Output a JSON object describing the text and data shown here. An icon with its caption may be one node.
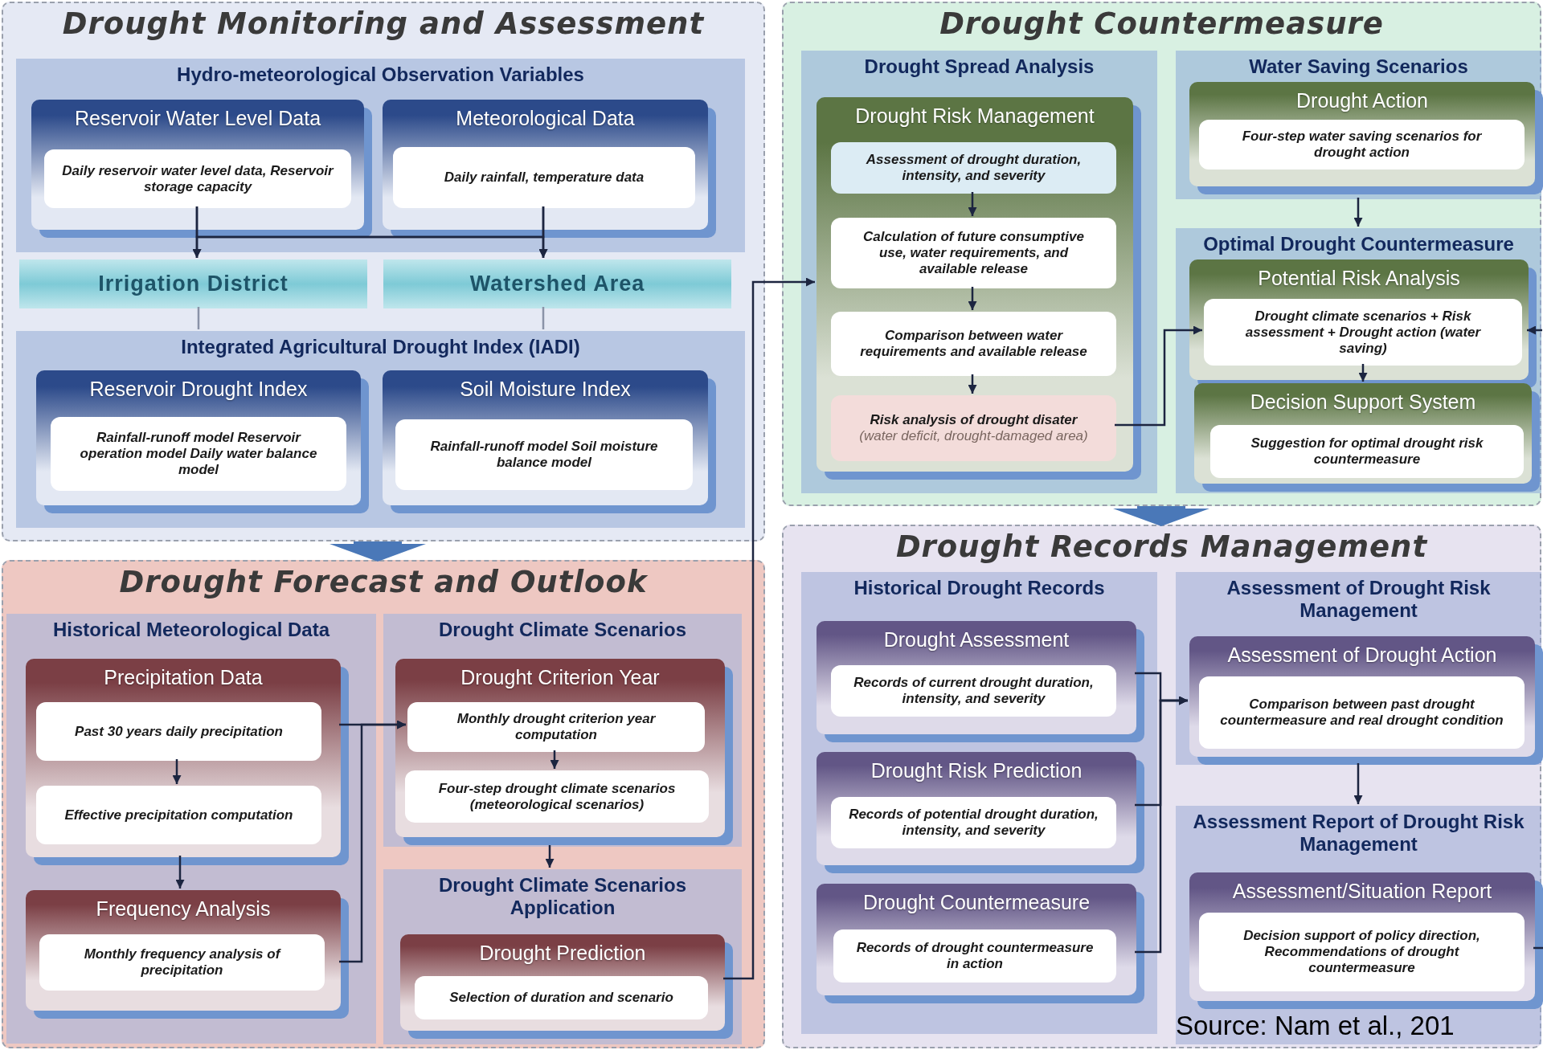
{
  "diagram": {
    "nodes": [
      {
        "text": [
          "Drought Monitoring and Assessment"
        ]
      },
      {
        "text": [
          "Hydro-meteorological Observation Variables"
        ],
        "in": 0
      },
      {
        "text": [
          "Reservoir Water Level Data"
        ],
        "in": 1
      },
      {
        "text": [
          "Daily reservoir water level data, Reservoir storage capacity"
        ],
        "in": 2
      },
      {
        "text": [
          "Meteorological Data"
        ],
        "in": 1
      },
      {
        "text": [
          "Daily rainfall, temperature data"
        ],
        "in": 4
      },
      {
        "text": [
          "Irrigation District"
        ],
        "in": 0
      },
      {
        "text": [
          "Watershed Area"
        ],
        "in": 0
      },
      {
        "text": [
          "Integrated Agricultural Drought Index (IADI)"
        ],
        "in": 0
      },
      {
        "text": [
          "Reservoir Drought Index"
        ],
        "in": 8
      },
      {
        "text": [
          "Rainfall-runoff model Reservoir operation model Daily water balance model"
        ],
        "in": 9
      },
      {
        "text": [
          "Soil Moisture Index"
        ],
        "in": 8
      },
      {
        "text": [
          "Rainfall-runoff model Soil moisture balance model"
        ],
        "in": 11
      },
      {
        "text": [
          "Drought Forecast and Outlook"
        ]
      },
      {
        "text": [
          "Historical Meteorological Data"
        ],
        "in": 13
      },
      {
        "text": [
          "Precipitation Data"
        ],
        "in": 14
      },
      {
        "text": [
          "Past 30 years daily precipitation"
        ],
        "in": 15
      },
      {
        "text": [
          "Effective precipitation computation"
        ],
        "in": 15
      },
      {
        "text": [
          "Frequency Analysis"
        ],
        "in": 14
      },
      {
        "text": [
          "Monthly frequency analysis of precipitation"
        ],
        "in": 18
      },
      {
        "text": [
          "Drought Climate Scenarios"
        ],
        "in": 13
      },
      {
        "text": [
          "Drought Criterion Year"
        ],
        "in": 20
      },
      {
        "text": [
          "Monthly drought criterion year computation"
        ],
        "in": 21
      },
      {
        "text": [
          "Four-step drought climate scenarios (meteorological scenarios)"
        ],
        "in": 21
      },
      {
        "text": [
          "Drought Climate Scenarios Application"
        ],
        "in": 13
      },
      {
        "text": [
          "Drought Prediction"
        ],
        "in": 24
      },
      {
        "text": [
          "Selection of duration and scenario"
        ],
        "in": 25
      },
      {
        "text": [
          "Drought Countermeasure"
        ]
      },
      {
        "text": [
          "Drought Spread Analysis"
        ],
        "in": 27
      },
      {
        "text": [
          "Drought Risk Management"
        ],
        "in": 28
      },
      {
        "text": [
          "Assessment of drought duration, intensity, and severity"
        ],
        "in": 29
      },
      {
        "text": [
          "Calculation of future consumptive use, water requirements, and available release"
        ],
        "in": 29
      },
      {
        "text": [
          "Comparison between water requirements and available release"
        ],
        "in": 29
      },
      {
        "text": [
          "Risk analysis of drought disater",
          "(water deficit, drought-damaged area)"
        ],
        "in": 29
      },
      {
        "text": [
          "Water Saving Scenarios"
        ],
        "in": 27
      },
      {
        "text": [
          "Drought Action"
        ],
        "in": 34
      },
      {
        "text": [
          "Four-step water saving scenarios for drought action"
        ],
        "in": 35
      },
      {
        "text": [
          "Optimal Drought Countermeasure"
        ],
        "in": 27
      },
      {
        "text": [
          "Potential Risk Analysis"
        ],
        "in": 37
      },
      {
        "text": [
          "Drought climate scenarios + Risk assessment + Drought action (water saving)"
        ],
        "in": 38
      },
      {
        "text": [
          "Decision Support System"
        ],
        "in": 37
      },
      {
        "text": [
          "Suggestion for optimal drought risk countermeasure"
        ],
        "in": 40
      },
      {
        "text": [
          "Drought Records Management"
        ]
      },
      {
        "text": [
          "Historical Drought Records"
        ],
        "in": 42
      },
      {
        "text": [
          "Drought Assessment"
        ],
        "in": 43
      },
      {
        "text": [
          "Records of current drought duration, intensity, and severity"
        ],
        "in": 44
      },
      {
        "text": [
          "Drought Risk Prediction"
        ],
        "in": 43
      },
      {
        "text": [
          "Records of potential drought duration, intensity, and severity"
        ],
        "in": 46
      },
      {
        "text": [
          "Drought Countermeasure"
        ],
        "in": 43
      },
      {
        "text": [
          "Records of drought countermeasure in action"
        ],
        "in": 48
      },
      {
        "text": [
          "Assessment of Drought Risk Management"
        ],
        "in": 42
      },
      {
        "text": [
          "Assessment of Drought Action"
        ],
        "in": 50
      },
      {
        "text": [
          "Comparison between past drought countermeasure and real drought condition"
        ],
        "in": 51
      },
      {
        "text": [
          "Assessment Report of Drought Risk Management"
        ],
        "in": 42
      },
      {
        "text": [
          "Assessment/Situation Report"
        ],
        "in": 53
      },
      {
        "text": [
          "Decision support of policy direction, Recommendations of drought countermeasure"
        ],
        "in": 54
      }
    ],
    "edges": [
      {
        "from": 3,
        "to": 6,
        "arrow": "to"
      },
      {
        "from": 3,
        "to": 7,
        "arrow": "to"
      },
      {
        "from": 5,
        "to": 6,
        "arrow": "to"
      },
      {
        "from": 5,
        "to": 7,
        "arrow": "to"
      },
      {
        "from": 6,
        "to": 8,
        "arrow": "none",
        "color": "#8a93a8"
      },
      {
        "from": 7,
        "to": 8,
        "arrow": "none",
        "color": "#8a93a8"
      },
      {
        "from": 0,
        "to": 13,
        "arrow": "to",
        "style": "thick",
        "color": "#4a78b8"
      },
      {
        "from": 16,
        "to": 17,
        "arrow": "to"
      },
      {
        "from": 15,
        "to": 18,
        "arrow": "to"
      },
      {
        "from": 15,
        "to": 22,
        "arrow": "to"
      },
      {
        "from": 18,
        "to": 22,
        "arrow": "to"
      },
      {
        "from": 22,
        "to": 23,
        "arrow": "to"
      },
      {
        "from": 20,
        "to": 24,
        "arrow": "to"
      },
      {
        "from": 25,
        "to": 29,
        "arrow": "to"
      },
      {
        "from": 30,
        "to": 31,
        "arrow": "to"
      },
      {
        "from": 31,
        "to": 32,
        "arrow": "to"
      },
      {
        "from": 32,
        "to": 33,
        "arrow": "to"
      },
      {
        "from": 33,
        "to": 39,
        "arrow": "to"
      },
      {
        "from": 34,
        "to": 37,
        "arrow": "to"
      },
      {
        "from": 39,
        "to": 40,
        "arrow": "to"
      },
      {
        "from": null,
        "to": 38,
        "arrow": "to"
      },
      {
        "from": 27,
        "to": 42,
        "arrow": "to",
        "style": "thick",
        "color": "#4a78b8"
      },
      {
        "from": 44,
        "to": 51,
        "arrow": "to"
      },
      {
        "from": 46,
        "to": 51,
        "arrow": "to"
      },
      {
        "from": 48,
        "to": 51,
        "arrow": "to"
      },
      {
        "from": 50,
        "to": 53,
        "arrow": "to"
      },
      {
        "from": 54,
        "to": null,
        "arrow": "none"
      }
    ],
    "labels": [
      "Source: Nam et al., 201"
    ]
  }
}
